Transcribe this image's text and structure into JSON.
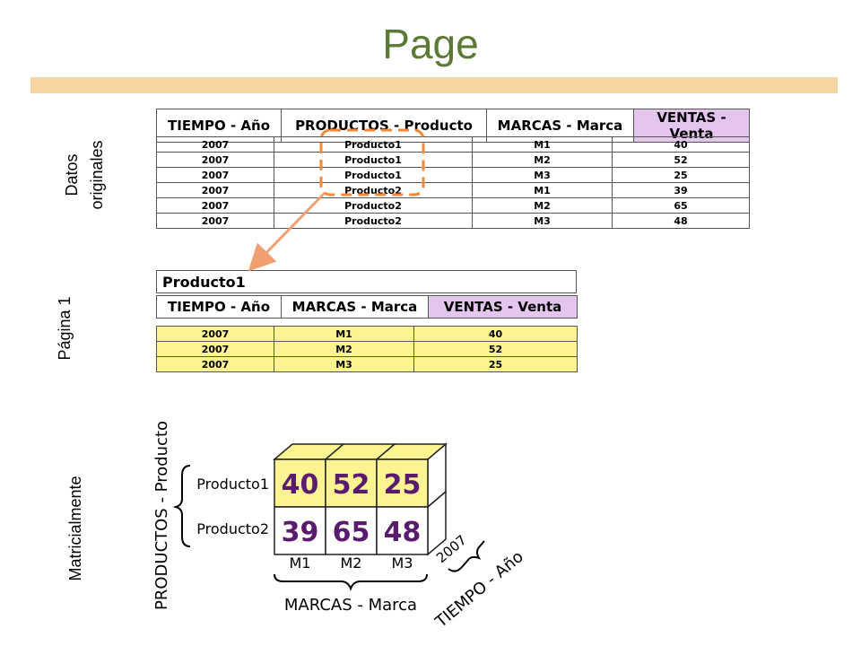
{
  "title": "Page",
  "side_labels": {
    "datos_line1": "Datos",
    "datos_line2": "originales",
    "pagina": "Página 1",
    "matricial": "Matricialmente"
  },
  "original_table": {
    "headers": [
      "TIEMPO - Año",
      "PRODUCTOS - Producto",
      "MARCAS - Marca",
      "VENTAS - Venta"
    ],
    "rows": [
      [
        "2007",
        "Producto1",
        "M1",
        "40"
      ],
      [
        "2007",
        "Producto1",
        "M2",
        "52"
      ],
      [
        "2007",
        "Producto1",
        "M3",
        "25"
      ],
      [
        "2007",
        "Producto2",
        "M1",
        "39"
      ],
      [
        "2007",
        "Producto2",
        "M2",
        "65"
      ],
      [
        "2007",
        "Producto2",
        "M3",
        "48"
      ]
    ]
  },
  "page1_table": {
    "title": "Producto1",
    "headers": [
      "TIEMPO - Año",
      "MARCAS - Marca",
      "VENTAS - Venta"
    ],
    "rows": [
      [
        "2007",
        "M1",
        "40"
      ],
      [
        "2007",
        "M2",
        "52"
      ],
      [
        "2007",
        "M3",
        "25"
      ]
    ]
  },
  "cube": {
    "row_values": [
      [
        "40",
        "52",
        "25"
      ],
      [
        "39",
        "65",
        "48"
      ]
    ],
    "products": [
      "Producto1",
      "Producto2"
    ],
    "brands": [
      "M1",
      "M2",
      "M3"
    ],
    "year": "2007",
    "axis_products": "PRODUCTOS - Producto",
    "axis_brands": "MARCAS - Marca",
    "axis_time": "TIEMPO - Año"
  },
  "colors": {
    "title": "#5b7a36",
    "title_bar": "#f7d5a3",
    "venta_header": "#e3c5ee",
    "yellow_cells": "#fbf490",
    "cube_values": "#5a1a6e",
    "selection_dash": "#f08a3a",
    "arrow": "#f0a070"
  }
}
